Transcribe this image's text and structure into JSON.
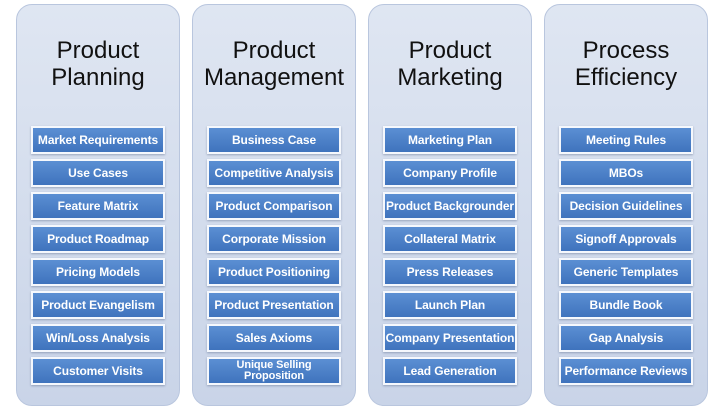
{
  "columns": [
    {
      "title": "Product\nPlanning",
      "items": [
        "Market Requirements",
        "Use Cases",
        "Feature Matrix",
        "Product Roadmap",
        "Pricing Models",
        "Product Evangelism",
        "Win/Loss Analysis",
        "Customer Visits"
      ]
    },
    {
      "title": "Product\nManagement",
      "items": [
        "Business Case",
        "Competitive Analysis",
        "Product Comparison",
        "Corporate Mission",
        "Product Positioning",
        "Product Presentation",
        "Sales Axioms",
        "Unique Selling Proposition"
      ]
    },
    {
      "title": "Product\nMarketing",
      "items": [
        "Marketing Plan",
        "Company Profile",
        "Product Backgrounder",
        "Collateral Matrix",
        "Press Releases",
        "Launch Plan",
        "Company Presentation",
        "Lead Generation"
      ]
    },
    {
      "title": "Process\nEfficiency",
      "items": [
        "Meeting Rules",
        "MBOs",
        "Decision Guidelines",
        "Signoff Approvals",
        "Generic Templates",
        "Bundle Book",
        "Gap Analysis",
        "Performance Reviews"
      ]
    }
  ]
}
